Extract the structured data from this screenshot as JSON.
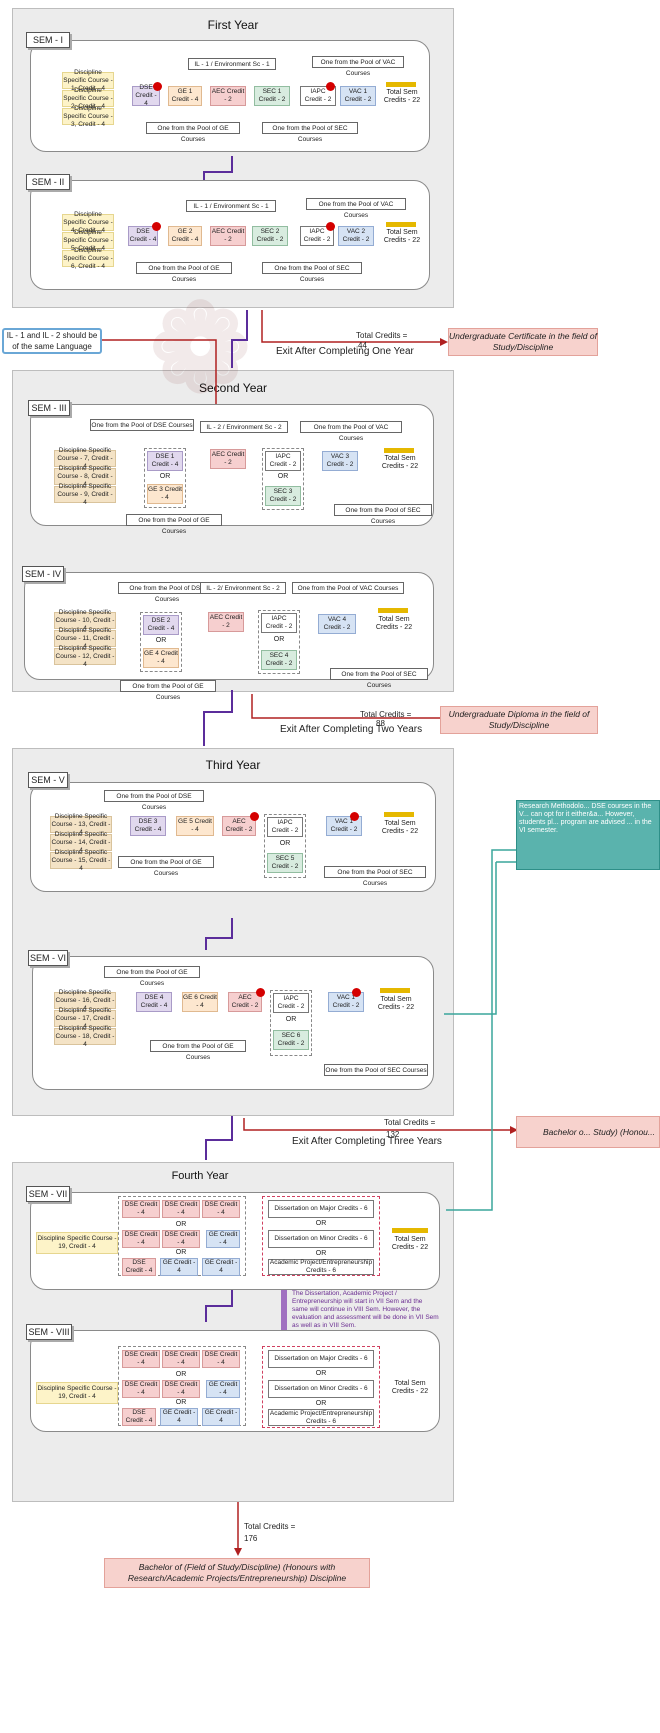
{
  "years": {
    "y1": "First Year",
    "y2": "Second Year",
    "y3": "Third Year",
    "y4": "Fourth Year"
  },
  "sem_tags": {
    "s1": "SEM - I",
    "s2": "SEM - II",
    "s3": "SEM - III",
    "s4": "SEM - IV",
    "s5": "SEM - V",
    "s6": "SEM - VI",
    "s7": "SEM - VII",
    "s8": "SEM - VIII"
  },
  "s1": {
    "dsc": [
      "Discipline Specific Course - 1, Credit - 4",
      "Discipline Specific Course - 2, Credit - 4",
      "Discipline Specific Course - 3, Credit - 4"
    ],
    "dse": "DSE Credit - 4",
    "ge": "GE 1 Credit - 4",
    "aec": "AEC Credit - 2",
    "sec": "SEC 1 Credit - 2",
    "iapc": "IAPC Credit - 2",
    "vac": "VAC 1 Credit - 2",
    "il": "IL - 1 / Environment Sc - 1",
    "vacpool": "One from the Pool of VAC Courses",
    "gepool": "One from the Pool of GE Courses",
    "secpool": "One from the Pool of SEC Courses",
    "total": "Total Sem Credits - 22"
  },
  "s2": {
    "dsc": [
      "Discipline Specific Course - 4, Credit - 4",
      "Discipline Specific Course - 5, Credit - 4",
      "Discipline Specific Course - 6, Credit - 4"
    ],
    "dse": "DSE Credit - 4",
    "ge": "GE 2 Credit - 4",
    "aec": "AEC Credit - 2",
    "sec": "SEC 2 Credit - 2",
    "iapc": "IAPC Credit - 2",
    "vac": "VAC 2 Credit - 2",
    "il": "IL - 1 / Environment Sc - 1",
    "vacpool": "One from the Pool of VAC Courses",
    "gepool": "One from the Pool of GE Courses",
    "secpool": "One from the Pool of SEC Courses",
    "total": "Total Sem Credits - 22"
  },
  "exit1": {
    "tc": "Total Credits =",
    "tcv": "44",
    "exit": "Exit After Completing One Year",
    "outcome": "Undergraduate Certificate in the field of Study/Discipline"
  },
  "lang_note": "IL - 1 and IL - 2 should be of the same Language",
  "s3": {
    "dsc": [
      "Discipline Specific Course - 7, Credit - 4",
      "Discipline Specific Course - 8, Credit - 4",
      "Discipline Specific Course - 9, Credit - 4"
    ],
    "dse": "DSE 1 Credit - 4",
    "ge": "GE 3 Credit - 4",
    "aec": "AEC Credit - 2",
    "iapc": "IAPC Credit - 2",
    "sec": "SEC 3 Credit - 2",
    "vac": "VAC 3 Credit - 2",
    "or1": "OR",
    "or2": "OR",
    "dsepool": "One from the Pool of DSE Courses",
    "il": "IL - 2 / Environment Sc - 2",
    "vacpool": "One from the Pool of VAC Courses",
    "gepool": "One from the Pool of GE Courses",
    "secpool": "One from the Pool of SEC Courses",
    "total": "Total Sem Credits - 22"
  },
  "s4": {
    "dsc": [
      "Discipline Specific Course - 10, Credit - 4",
      "Discipline Specific Course - 11, Credit - 4",
      "Discipline Specific Course - 12, Credit - 4"
    ],
    "dse": "DSE 2 Credit - 4",
    "ge": "GE 4 Credit - 4",
    "aec": "AEC Credit - 2",
    "iapc": "IAPC Credit - 2",
    "sec": "SEC 4 Credit - 2",
    "vac": "VAC 4 Credit - 2",
    "or1": "OR",
    "or2": "OR",
    "dsepool": "One from the Pool of DSE Courses",
    "il": "IL - 2/ Environment Sc - 2",
    "vacpool": "One from the Pool of VAC Courses",
    "gepool": "One from the Pool of GE Courses",
    "secpool": "One from the Pool of SEC Courses",
    "total": "Total Sem Credits - 22"
  },
  "exit2": {
    "tc": "Total Credits =",
    "tcv": "88",
    "exit": "Exit After Completing Two Years",
    "outcome": "Undergraduate Diploma in the field of Study/Discipline"
  },
  "s5": {
    "dsc": [
      "Discipline Specific Course - 13, Credit - 4",
      "Discipline Specific Course - 14, Credit - 4",
      "Discipline Specific Course - 15, Credit - 4"
    ],
    "dse": "DSE 3 Credit - 4",
    "ge": "GE 5 Credit - 4",
    "aec": "AEC Credit - 2",
    "iapc": "IAPC Credit - 2",
    "sec": "SEC 5 Credit - 2",
    "vac": "VAC 1 Credit - 2",
    "or1": "OR",
    "dsepool": "One from the Pool of DSE Courses",
    "gepool": "One from the Pool of GE Courses",
    "secpool": "One from the Pool of SEC Courses",
    "total": "Total Sem Credits - 22"
  },
  "s6": {
    "dsc": [
      "Discipline Specific Course - 16, Credit - 4",
      "Discipline Specific Course - 17, Credit - 4",
      "Discipline Specific Course - 18, Credit - 4"
    ],
    "dse": "DSE 4 Credit - 4",
    "ge": "GE 6 Credit - 4",
    "aec": "AEC Credit - 2",
    "iapc": "IAPC Credit - 2",
    "sec": "SEC 6 Credit - 2",
    "vac": "VAC 1 Credit - 2",
    "or1": "OR",
    "gepool_top": "One from the Pool of GE Courses",
    "gepool": "One from the Pool of GE Courses",
    "secpool": "One from the Pool of SEC Courses",
    "total": "Total Sem Credits - 22"
  },
  "research_note": "Research Methodolo... DSE courses in the V... can opt for it either&a... However, students pl... program are advised ... in the VI semester.",
  "exit3": {
    "tc": "Total Credits =",
    "tcv": "132",
    "exit": "Exit After Completing Three Years",
    "outcome": "Bachelor o... Study) (Honou..."
  },
  "s7": {
    "dsc": "Discipline Specific Course - 19, Credit - 4",
    "dse": "DSE Credit - 4",
    "ge": "GE Credit - 4",
    "or": "OR",
    "diss_major": "Dissertation on Major Credits - 6",
    "diss_minor": "Dissertation on Minor Credits - 6",
    "academic": "Academic Project/Entrepreneurship Credits - 6",
    "total": "Total Sem Credits - 22"
  },
  "diss_note": "The Dissertation, Academic Project / Entrepreneurship will start in VII Sem and the same will continue in VIII Sem. However, the evaluation and assessment will be done in VII Sem as well as in VIII Sem.",
  "s8": {
    "dsc": "Discipline Specific Course - 19, Credit - 4",
    "dse": "DSE Credit - 4",
    "ge": "GE Credit - 4",
    "or": "OR",
    "diss_major": "Dissertation on Major Credits - 6",
    "diss_minor": "Dissertation on Minor Credits - 6",
    "academic": "Academic Project/Entrepreneurship Credits - 6",
    "total": "Total Sem Credits - 22"
  },
  "final": {
    "tc": "Total Credits =",
    "tcv": "176",
    "outcome": "Bachelor of (Field of Study/Discipline) (Honours with Research/Academic Projects/Entrepreneurship) Discipline"
  },
  "colors": {
    "purple": "#5b2d9b",
    "red": "#b02020",
    "teal": "#3aa59c",
    "yellow": "#e5b800"
  }
}
